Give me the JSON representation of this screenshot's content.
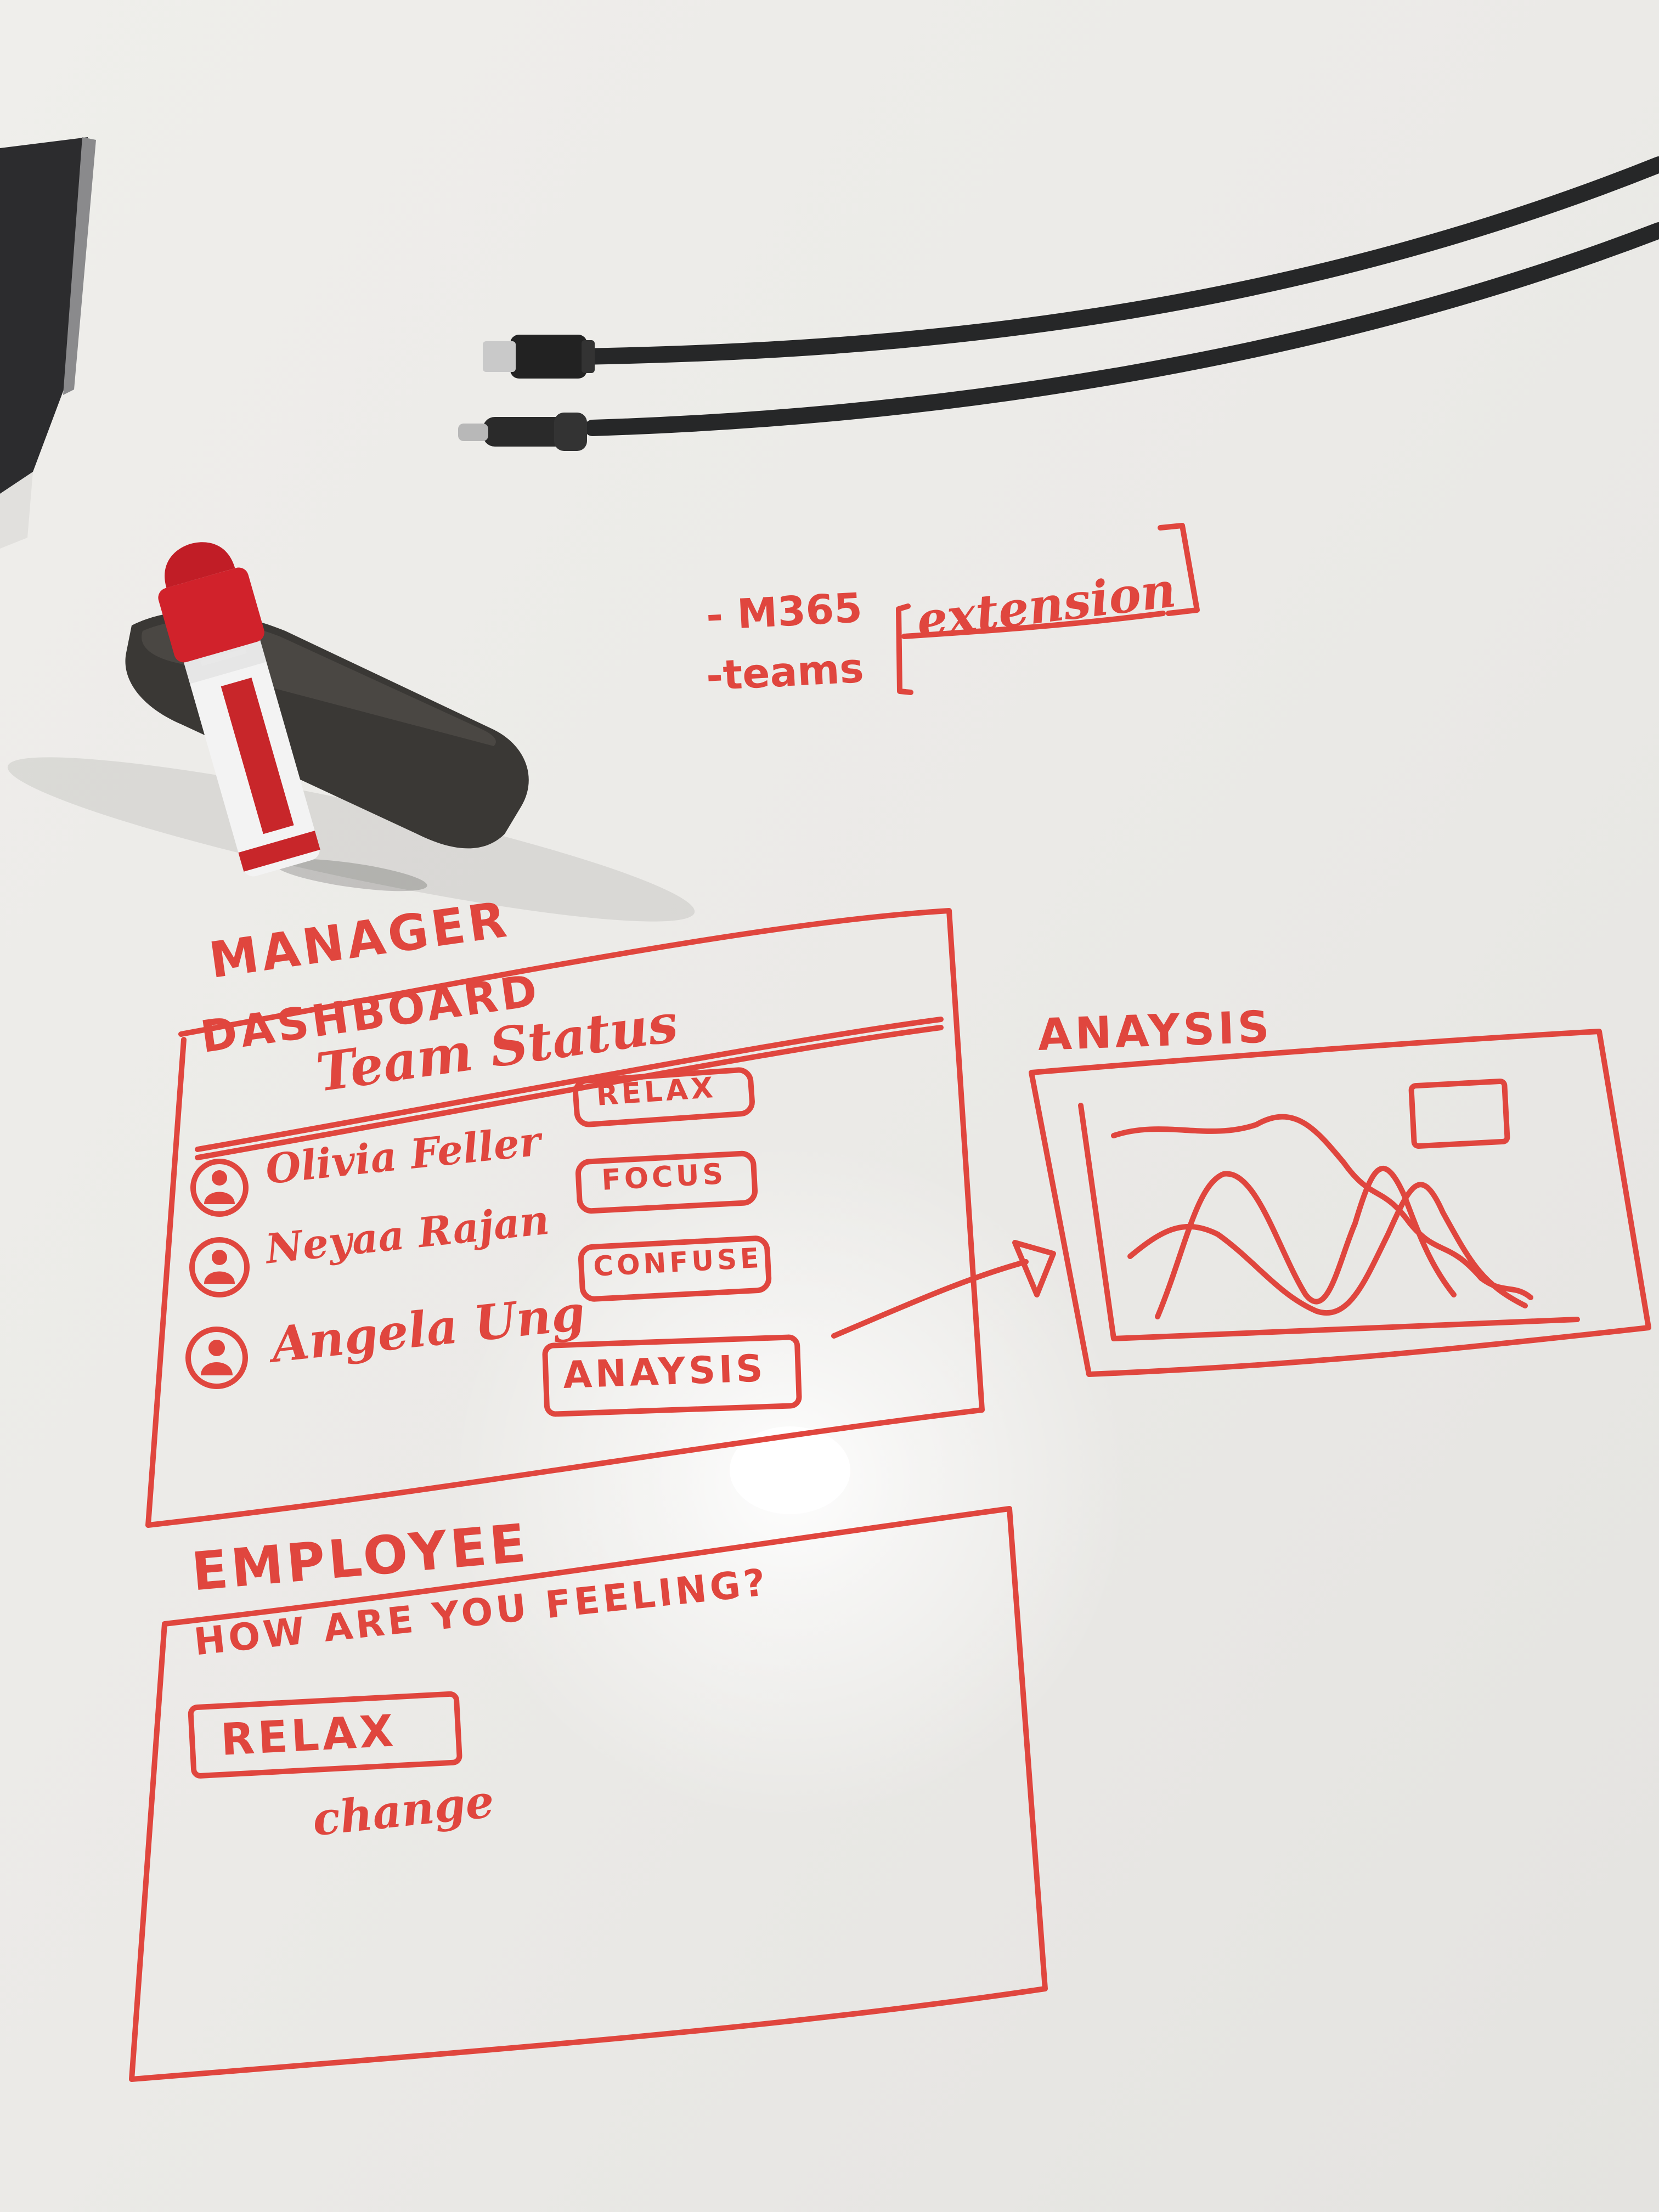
{
  "notes": {
    "line1": "- M365",
    "line2": "-teams",
    "bracket_label": "extension"
  },
  "manager": {
    "heading_line1": "MANAGER",
    "heading_line2": "DASHBOARD",
    "subtitle": "Team Status",
    "members": [
      {
        "name": "Olivia Feller",
        "status": "RELAX"
      },
      {
        "name": "Neyaa Rajan",
        "status": "FOCUS"
      },
      {
        "name": "Angela Ung",
        "status": "CONFUSE"
      }
    ],
    "analysis_button": "ANAYSIS"
  },
  "analysis_panel": {
    "title": "ANAYSIS"
  },
  "employee": {
    "heading": "EMPLOYEE",
    "question": "HOW ARE YOU FEELING?",
    "status_button": "RELAX",
    "change_link": "change"
  },
  "colors": {
    "ink": "#e0463e",
    "board": "#ecebe8",
    "cable": "#262728",
    "eraser": "#3a3835"
  }
}
